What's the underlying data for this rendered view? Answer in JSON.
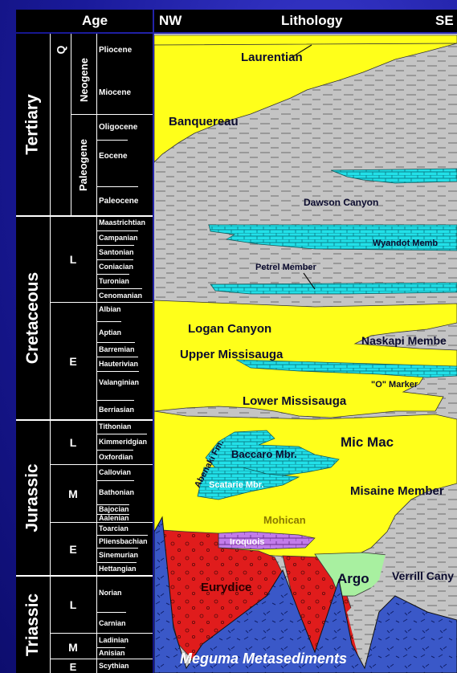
{
  "header": {
    "age": "Age",
    "nw": "NW",
    "lithology": "Lithology",
    "se": "SE"
  },
  "eras": {
    "tertiary": "Tertiary",
    "cretaceous": "Cretaceous",
    "jurassic": "Jurassic",
    "triassic": "Triassic"
  },
  "subdivisions": {
    "q": "Q",
    "neogene": "Neogene",
    "paleogene": "Paleogene",
    "k_late": "L",
    "k_early": "E",
    "j_late": "L",
    "j_middle": "M",
    "j_early": "E",
    "t_late": "L",
    "t_middle": "M",
    "t_early": "E"
  },
  "stages": {
    "pliocene": "Pliocene",
    "miocene": "Miocene",
    "oligocene": "Oligocene",
    "eocene": "Eocene",
    "paleocene": "Paleocene",
    "maastrichtian": "Maastrichtian",
    "campanian": "Campanian",
    "santonian": "Santonian",
    "coniacian": "Coniacian",
    "turonian": "Turonian",
    "cenomanian": "Cenomanian",
    "albian": "Albian",
    "aptian": "Aptian",
    "barremian": "Barremian",
    "hauterivian": "Hauterivian",
    "valanginian": "Valanginian",
    "berriasian": "Berriasian",
    "tithonian": "Tithonian",
    "kimmeridgian": "Kimmeridgian",
    "oxfordian": "Oxfordian",
    "callovian": "Callovian",
    "bathonian": "Bathonian",
    "bajocian": "Bajocian",
    "aalenian": "Aalenian",
    "toarcian": "Toarcian",
    "pliensbachian": "Pliensbachian",
    "sinemurian": "Sinemurian",
    "hettangian": "Hettangian",
    "norian": "Norian",
    "carnian": "Carnian",
    "ladinian": "Ladinian",
    "anisian": "Anisian",
    "scythian": "Scythian"
  },
  "formations": {
    "laurentian": "Laurentian",
    "banquereau": "Banquereau",
    "dawson_canyon": "Dawson Canyon",
    "wyandot": "Wyandot Memb",
    "petrel": "Petrel Member",
    "logan_canyon": "Logan Canyon",
    "naskapi": "Naskapi Membe",
    "upper_missisauga": "Upper Missisauga",
    "o_marker": "\"O\" Marker",
    "lower_missisauga": "Lower Missisauga",
    "abenaki": "Abenaki Fm.",
    "baccaro": "Baccaro Mbr.",
    "mic_mac": "Mic Mac",
    "scatarie": "Scatarie Mbr.",
    "misaine": "Misaine Member",
    "mohican": "Mohican",
    "iroquois": "Iroquois",
    "eurydice": "Eurydice",
    "argo": "Argo",
    "verrill": "Verrill Cany",
    "meguma": "Meguma Metasediments"
  },
  "colors": {
    "sandstone": "#ffff1a",
    "shale": "#c4c4c4",
    "limestone": "#22e0e8",
    "dolomite": "#c27bea",
    "redbeds": "#e01c1c",
    "salt": "#a8f0a0",
    "basement": "#3a58c8",
    "background": "#1c1c9c"
  }
}
